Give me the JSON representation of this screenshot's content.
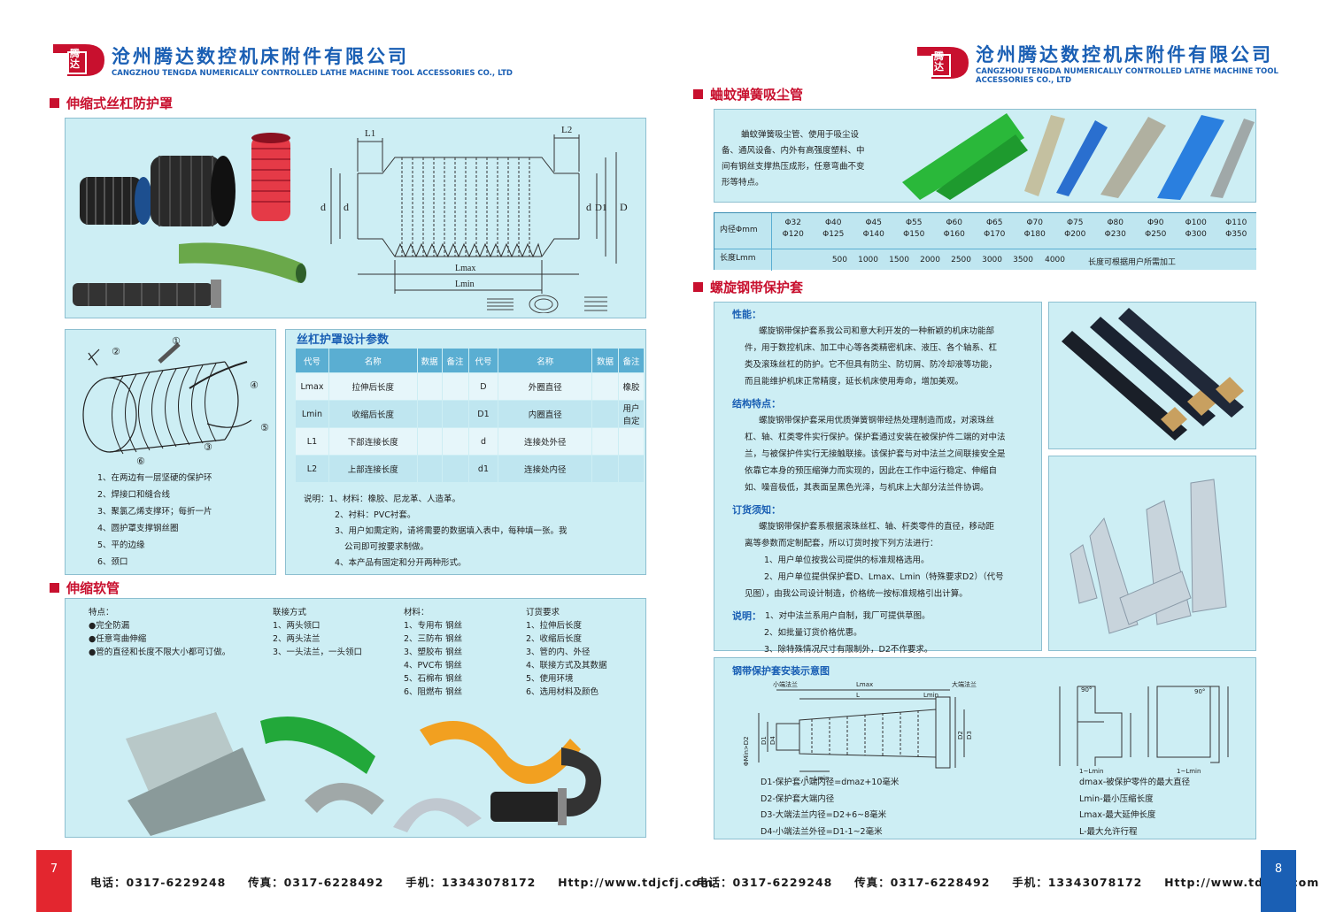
{
  "company": {
    "name_cn": "沧州腾达数控机床附件有限公司",
    "name_en": "CANGZHOU TENGDA NUMERICALLY CONTROLLED LATHE MACHINE TOOL ACCESSORIES CO., LTD",
    "logo_chars": "腾达"
  },
  "footer": {
    "phone": "电话：0317-6229248",
    "fax": "传真：0317-6228492",
    "mobile": "手机：13343078172",
    "web": "Http://www.tdjcfj.com"
  },
  "pages": {
    "left": "7",
    "right": "8"
  },
  "colors": {
    "accent_red": "#c8102e",
    "brand_blue": "#1a5fb4",
    "panel_bg": "#cdeef4",
    "table_header": "#5aaed2"
  },
  "sec1": {
    "title": "伸缩式丝杠防护罩",
    "diagram_labels": {
      "L1": "L1",
      "L2": "L2",
      "d_a": "d",
      "d_b": "d",
      "d_c": "d",
      "D1": "D1",
      "D": "D",
      "Lmax": "Lmax",
      "Lmin": "Lmin"
    }
  },
  "structure": {
    "callouts": [
      "①",
      "②",
      "③",
      "④",
      "⑤",
      "⑥"
    ],
    "items": [
      "1、在两边有一层坚硬的保护环",
      "2、焊接口和缝合线",
      "3、聚氯乙烯支撑环；每折一片",
      "4、圆护罩支撑钢丝圈",
      "5、平的边缘",
      "6、颈口"
    ]
  },
  "params": {
    "title": "丝杠护罩设计参数",
    "headers": [
      "代号",
      "名称",
      "数据",
      "备注",
      "代号",
      "名称",
      "数据",
      "备注"
    ],
    "rows": [
      [
        "Lmax",
        "拉伸后长度",
        "",
        "",
        "D",
        "外圈直径",
        "",
        "橡胶"
      ],
      [
        "Lmin",
        "收缩后长度",
        "",
        "",
        "D1",
        "内圈直径",
        "",
        "用户自定"
      ],
      [
        "L1",
        "下部连接长度",
        "",
        "",
        "d",
        "连接处外径",
        "",
        ""
      ],
      [
        "L2",
        "上部连接长度",
        "",
        "",
        "d1",
        "连接处内径",
        "",
        ""
      ]
    ],
    "notes": [
      "说明：1、材料：橡胶、尼龙革、人造革。",
      "2、衬料：PVC衬套。",
      "3、用户如需定购，请将需要的数据填入表中，每种填一张。我",
      "公司即可按要求制做。",
      "4、本产品有固定和分开两种形式。"
    ]
  },
  "sec2": {
    "title": "伸缩软管",
    "columns": [
      {
        "head": "特点：",
        "items": [
          "●完全防漏",
          "●任意弯曲伸缩",
          "●管的直径和长度不限大小都可订做。"
        ]
      },
      {
        "head": "联接方式",
        "items": [
          "1、两头领口",
          "2、两头法兰",
          "3、一头法兰，一头领口"
        ]
      },
      {
        "head": "材料：",
        "items": [
          "1、专用布 钢丝",
          "2、三防布 钢丝",
          "3、塑胶布 钢丝",
          "4、PVC布 钢丝",
          "5、石棉布 钢丝",
          "6、阻燃布 钢丝"
        ]
      },
      {
        "head": "订货要求",
        "items": [
          "1、拉伸后长度",
          "2、收缩后长度",
          "3、管的内、外径",
          "4、联接方式及其数据",
          "5、使用环境",
          "6、选用材料及颜色"
        ]
      }
    ]
  },
  "sec3": {
    "title": "蛐蚊弹簧吸尘管",
    "desc": [
      "蛐蚊弹簧吸尘管、使用于吸尘设",
      "备、通风设备、内外有高强度塑料、中",
      "间有钢丝支撑热压成形，任意弯曲不变",
      "形等特点。"
    ],
    "dia_label": "内径Φmm",
    "dia_row1": [
      "Φ32",
      "Φ40",
      "Φ45",
      "Φ55",
      "Φ60",
      "Φ65",
      "Φ70",
      "Φ75",
      "Φ80",
      "Φ90",
      "Φ100",
      "Φ110"
    ],
    "dia_row2": [
      "Φ120",
      "Φ125",
      "Φ140",
      "Φ150",
      "Φ160",
      "Φ170",
      "Φ180",
      "Φ200",
      "Φ230",
      "Φ250",
      "Φ300",
      "Φ350"
    ],
    "len_label": "长度Lmm",
    "len_values": [
      "500",
      "1000",
      "1500",
      "2000",
      "2500",
      "3000",
      "3500",
      "4000"
    ],
    "len_note": "长度可根据用户所需加工"
  },
  "sec4": {
    "title": "螺旋钢带保护套",
    "perf_head": "性能：",
    "perf": [
      "螺旋钢带保护套系我公司和意大利开发的一种新颖的机床功能部",
      "件，用于数控机床、加工中心等各类精密机床、液压、各个轴系、杠",
      "类及滚珠丝杠的防护。它不但具有防尘、防切屑、防冷却液等功能，",
      "而且能维护机床正常精度，延长机床使用寿命，增加美观。"
    ],
    "struct_head": "结构特点：",
    "struct": [
      "螺旋钢带保护套采用优质弹簧钢带经热处理制造而成，对滚珠丝",
      "杠、轴、杠类零件实行保护。保护套通过安装在被保护件二端的对中法",
      "兰，与被保护件实行无接触联接。该保护套与对中法兰之间联接安全是",
      "依靠它本身的预压缩弹力而实现的，因此在工作中运行稳定、伸缩自",
      "如、噪音极低，其表面呈黑色光泽，与机床上大部分法兰件协调。"
    ],
    "order_head": "订货须知：",
    "order": [
      "螺旋钢带保护套系根据滚珠丝杠、轴、杆类零件的直径，移动距",
      "离等参数而定制配套，所以订货时按下列方法进行：",
      "1、用户单位按我公司提供的标准规格选用。",
      "2、用户单位提供保护套D、Lmax、Lmin（特殊要求D2）（代号",
      "见图），由我公司设计制造，价格统一按标准规格引出计算。"
    ],
    "note_head": "说明：",
    "notes": [
      "1、对中法兰系用户自制，我厂可提供草图。",
      "2、如批量订货价格优惠。",
      "3、除特殊情况尺寸有限制外，D2不作要求。"
    ]
  },
  "install": {
    "title": "钢带保护套安装示意图",
    "labels": {
      "small_flange": "小端法兰",
      "big_flange": "大端法兰",
      "lmax": "Lmax",
      "lmin": "Lmin",
      "l": "L",
      "dmin": "ΦMin>D2",
      "d1": "D1",
      "d4": "D4",
      "d3": "D3",
      "d2": "D2",
      "l_lmin": "1~Lmin",
      "angle": "90°"
    },
    "legend_left": [
      "D1-保护套小端内径=dmaz+10毫米",
      "D2-保护套大端内径",
      "D3-大端法兰内径=D2+6~8毫米",
      "D4-小端法兰外径=D1-1~2毫米"
    ],
    "legend_right": [
      "dmax-被保护零件的最大直径",
      "Lmin-最小压缩长度",
      "Lmax-最大延伸长度",
      "L-最大允许行程"
    ]
  }
}
